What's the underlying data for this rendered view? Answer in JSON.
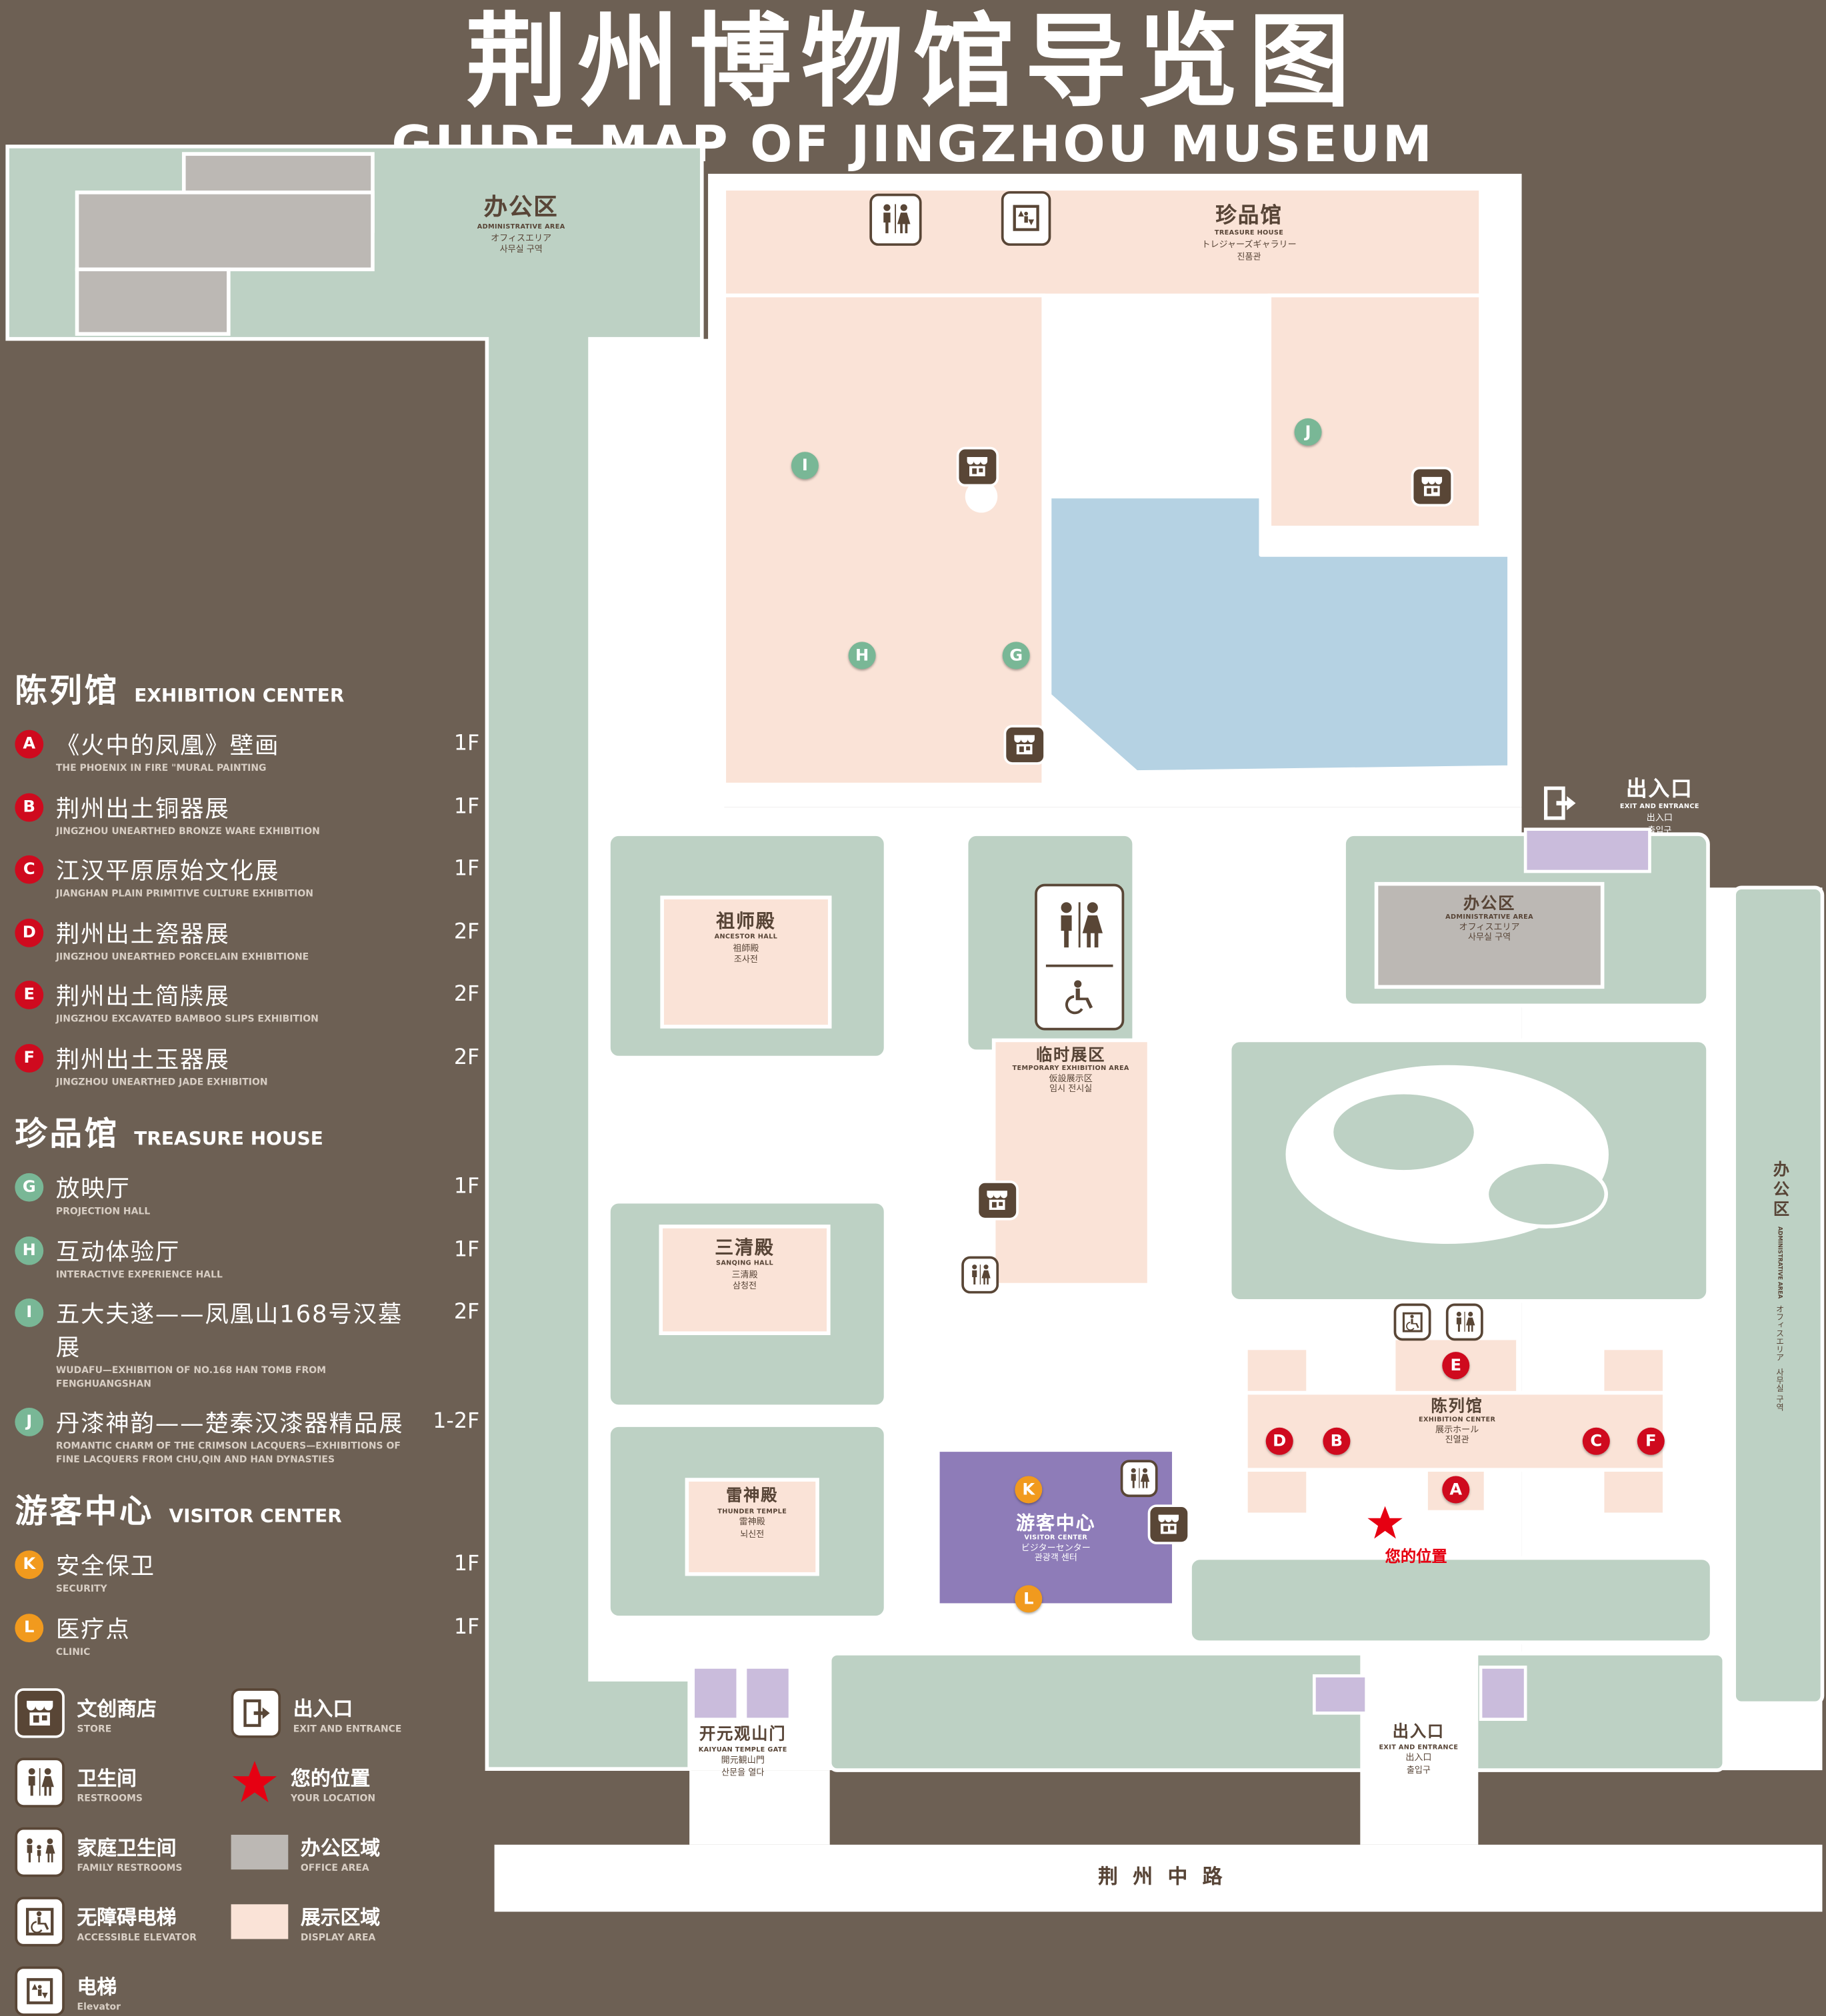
{
  "header": {
    "title_cn": "荆州博物馆导览图",
    "title_en": "GUIDE MAP OF JINGZHOU MUSEUM"
  },
  "palette": {
    "background_brown": "#6d6054",
    "grounds_green": "#bdd1c4",
    "display_pink": "#fae3d7",
    "office_gray": "#bcb8b4",
    "lake_blue": "#b5d2e3",
    "visitor_purple": "#8e7cb8",
    "gate_lavender": "#cabcdc",
    "path_white": "#ffffff",
    "marker_red": "#cf0a1e",
    "marker_green": "#79b796",
    "marker_orange": "#f19a1e",
    "icon_brown": "#594636",
    "location_red": "#e60012"
  },
  "legend": {
    "sections": [
      {
        "title_cn": "陈列馆",
        "title_en": "EXHIBITION CENTER",
        "items": [
          {
            "id": "A",
            "cn": "《火中的凤凰》壁画",
            "en": "THE PHOENIX IN FIRE \"MURAL PAINTING",
            "floor": "1F"
          },
          {
            "id": "B",
            "cn": "荆州出土铜器展",
            "en": "JINGZHOU UNEARTHED BRONZE WARE EXHIBITION",
            "floor": "1F"
          },
          {
            "id": "C",
            "cn": "江汉平原原始文化展",
            "en": "JIANGHAN PLAIN PRIMITIVE CULTURE EXHIBITION",
            "floor": "1F"
          },
          {
            "id": "D",
            "cn": "荆州出土瓷器展",
            "en": "JINGZHOU UNEARTHED PORCELAIN EXHIBITIONE",
            "floor": "2F"
          },
          {
            "id": "E",
            "cn": "荆州出土简牍展",
            "en": "JINGZHOU EXCAVATED BAMBOO SLIPS EXHIBITION",
            "floor": "2F"
          },
          {
            "id": "F",
            "cn": "荆州出土玉器展",
            "en": "JINGZHOU UNEARTHED JADE EXHIBITION",
            "floor": "2F"
          }
        ]
      },
      {
        "title_cn": "珍品馆",
        "title_en": "TREASURE HOUSE",
        "items": [
          {
            "id": "G",
            "cn": "放映厅",
            "en": "PROJECTION HALL",
            "floor": "1F"
          },
          {
            "id": "H",
            "cn": "互动体验厅",
            "en": "INTERACTIVE EXPERIENCE HALL",
            "floor": "1F"
          },
          {
            "id": "I",
            "cn": "五大夫遂——凤凰山168号汉墓展",
            "en": "WUDAFU—EXHIBITION OF NO.168 HAN TOMB FROM FENGHUANGSHAN",
            "floor": "2F"
          },
          {
            "id": "J",
            "cn": "丹漆神韵——楚秦汉漆器精品展",
            "en": "ROMANTIC CHARM OF THE CRIMSON LACQUERS—EXHIBITIONS OF FINE LACQUERS FROM CHU,QIN AND HAN DYNASTIES",
            "floor": "1-2F"
          }
        ]
      },
      {
        "title_cn": "游客中心",
        "title_en": "VISITOR CENTER",
        "items": [
          {
            "id": "K",
            "cn": "安全保卫",
            "en": "SECURITY",
            "floor": "1F"
          },
          {
            "id": "L",
            "cn": "医疗点",
            "en": "CLINIC",
            "floor": "1F"
          }
        ]
      }
    ],
    "symbols": [
      {
        "icon": "store",
        "cn": "文创商店",
        "en": "STORE"
      },
      {
        "icon": "exit",
        "cn": "出入口",
        "en": "EXIT AND ENTRANCE"
      },
      {
        "icon": "restroom",
        "cn": "卫生间",
        "en": "RESTROOMS"
      },
      {
        "icon": "star",
        "cn": "您的位置",
        "en": "YOUR LOCATION"
      },
      {
        "icon": "family",
        "cn": "家庭卫生间",
        "en": "FAMILY RESTROOMS"
      },
      {
        "icon": "office-swatch",
        "cn": "办公区域",
        "en": "OFFICE AREA"
      },
      {
        "icon": "accelev",
        "cn": "无障碍电梯",
        "en": "ACCESSIBLE ELEVATOR"
      },
      {
        "icon": "display-swatch",
        "cn": "展示区域",
        "en": "DISPLAY AREA"
      },
      {
        "icon": "elevator",
        "cn": "电梯",
        "en": "Elevator"
      }
    ]
  },
  "map": {
    "labels": {
      "admin_nw": {
        "cn": "办公区",
        "en": "ADMINISTRATIVE AREA",
        "jp": "オフィスエリア",
        "kr": "사무실 구역"
      },
      "treasure": {
        "cn": "珍品馆",
        "en": "TREASURE HOUSE",
        "jp": "トレジャーズギャラリー",
        "kr": "진품관"
      },
      "exit_ne": {
        "cn": "出入口",
        "en": "EXIT AND ENTRANCE",
        "jp": "出入口",
        "kr": "출입구"
      },
      "admin_e": {
        "cn": "办公区",
        "en": "ADMINISTRATIVE AREA",
        "jp": "オフィスエリア",
        "kr": "사무실 구역"
      },
      "ancestor": {
        "cn": "祖师殿",
        "en": "ANCESTOR HALL",
        "jp": "祖師殿",
        "kr": "조사전"
      },
      "temporary": {
        "cn": "临时展区",
        "en": "TEMPORARY EXHIBITION AREA",
        "jp": "仮設展示区",
        "kr": "임시 전시실"
      },
      "sanqing": {
        "cn": "三清殿",
        "en": "SANQING HALL",
        "jp": "三清殿",
        "kr": "삼청전"
      },
      "thunder": {
        "cn": "雷神殿",
        "en": "THUNDER TEMPLE",
        "jp": "雷神殿",
        "kr": "뇌신전"
      },
      "visitor": {
        "cn": "游客中心",
        "en": "VISITOR CENTER",
        "jp": "ビジターセンター",
        "kr": "관광객 센터"
      },
      "exhibition": {
        "cn": "陈列馆",
        "en": "EXHIBITION CENTER",
        "jp": "展示ホール",
        "kr": "진열관"
      },
      "your_location": {
        "cn": "您的位置"
      },
      "gate": {
        "cn": "开元观山门",
        "en": "KAIYUAN TEMPLE GATE",
        "jp": "開元観山門",
        "kr": "산문을 열다"
      },
      "exit_s": {
        "cn": "出入口",
        "en": "EXIT AND ENTRANCE",
        "jp": "出入口",
        "kr": "출입구"
      },
      "road": {
        "cn": "荆州中路"
      },
      "admin_strip": {
        "cn": "办公区",
        "en": "ADMINISTRATIVE AREA",
        "jp": "オフィスエリア",
        "kr": "사무실 구역"
      }
    }
  }
}
